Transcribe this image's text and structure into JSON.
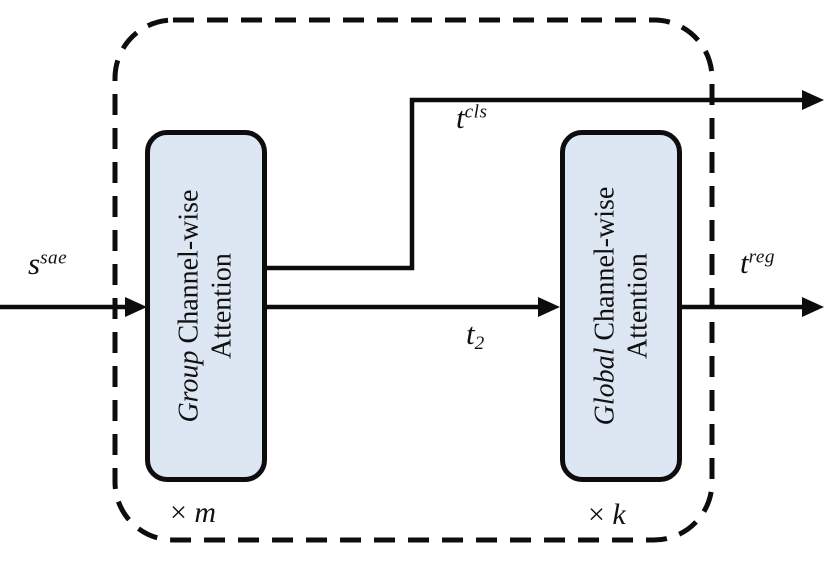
{
  "diagram": {
    "blocks": [
      {
        "id": "group",
        "title_italic": "Group",
        "title_rest": " Channel-wise",
        "line2": "Attention"
      },
      {
        "id": "global",
        "title_italic": "Global",
        "title_rest": " Channel-wise",
        "line2": "Attention"
      }
    ],
    "labels": {
      "input": {
        "base": "s",
        "sup": "sae"
      },
      "cls": {
        "base": "t",
        "sup": "cls"
      },
      "mid": {
        "base": "t",
        "sub": "2"
      },
      "reg": {
        "base": "t",
        "sup": "reg"
      },
      "repeat_m": {
        "times": "× ",
        "var": "m"
      },
      "repeat_k": {
        "times": "× ",
        "var": "k"
      }
    },
    "colors": {
      "block_fill": "#dce7f3",
      "stroke": "#0d0d0d",
      "background": "#ffffff"
    }
  }
}
